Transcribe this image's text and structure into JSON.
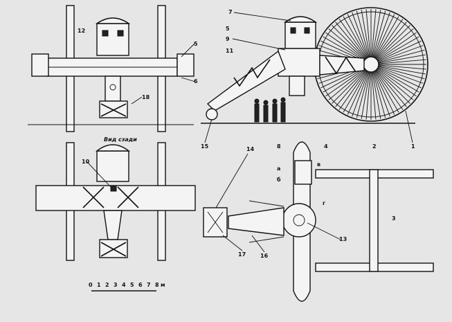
{
  "drawing": {
    "view_caption": "Вид сзади",
    "callouts": [
      "1",
      "2",
      "3",
      "4",
      "5",
      "6",
      "7",
      "8",
      "9",
      "10",
      "11",
      "12",
      "13",
      "14",
      "15",
      "16",
      "17",
      "18"
    ],
    "scale_ticks": [
      "0",
      "1",
      "2",
      "3",
      "4",
      "5",
      "6",
      "7",
      "8"
    ],
    "scale_unit": "м",
    "small_marks": [
      "а",
      "б",
      "в",
      "г"
    ]
  }
}
